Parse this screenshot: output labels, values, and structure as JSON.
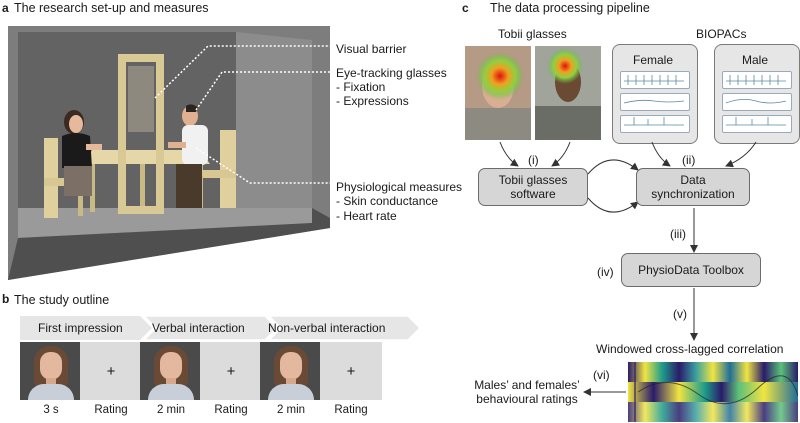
{
  "panel_a": {
    "letter": "a",
    "title": "The research set-up and measures",
    "labels": {
      "visual_barrier": "Visual barrier",
      "eye_tracking": "Eye-tracking glasses",
      "fixation": "- Fixation",
      "expressions": "- Expressions",
      "physio": "Physiological measures",
      "skin": "- Skin conductance",
      "heart": "- Heart rate"
    }
  },
  "panel_b": {
    "letter": "b",
    "title": "The study outline",
    "phases": [
      "First impression",
      "Verbal interaction",
      "Non-verbal interaction"
    ],
    "rating_symbol": "+",
    "captions": [
      "3 s",
      "Rating",
      "2 min",
      "Rating",
      "2 min",
      "Rating"
    ]
  },
  "panel_c": {
    "letter": "c",
    "title": "The data processing pipeline",
    "tobii_label": "Tobii glasses",
    "biopac_label": "BIOPACs",
    "female": "Female",
    "male": "Male",
    "steps": [
      "(i)",
      "(ii)",
      "(iii)",
      "(iv)",
      "(v)",
      "(vi)"
    ],
    "tobii_software": [
      "Tobii glasses",
      "software"
    ],
    "data_sync": [
      "Data",
      "synchronization"
    ],
    "physiodata": "PhysioData Toolbox",
    "wclc": "Windowed cross-lagged correlation",
    "ratings": [
      "Males’ and females’",
      "behavioural ratings"
    ]
  },
  "colors": {
    "box_fill": "#d6d6d6",
    "chevron": "#e6e6e6",
    "heatmap_low": "#2a1b6b",
    "heatmap_mid": "#1f9e8a",
    "heatmap_high": "#f0e442"
  }
}
